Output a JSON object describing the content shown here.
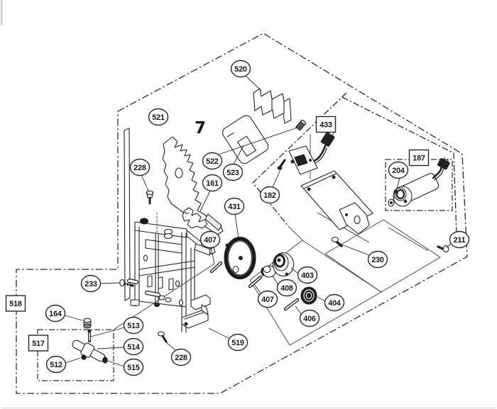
{
  "page": {
    "background": "#ffffff",
    "line_color": "#2a2a2a"
  },
  "figure": {
    "section_label": "7"
  },
  "callouts": [
    {
      "ref": "520",
      "shape": "circle"
    },
    {
      "ref": "521",
      "shape": "circle"
    },
    {
      "ref": "522",
      "shape": "circle"
    },
    {
      "ref": "523",
      "shape": "circle"
    },
    {
      "ref": "228",
      "shape": "circle"
    },
    {
      "ref": "161",
      "shape": "circle"
    },
    {
      "ref": "431",
      "shape": "circle"
    },
    {
      "ref": "182",
      "shape": "circle"
    },
    {
      "ref": "433",
      "shape": "box"
    },
    {
      "ref": "187",
      "shape": "box"
    },
    {
      "ref": "204",
      "shape": "circle"
    },
    {
      "ref": "211",
      "shape": "circle"
    },
    {
      "ref": "230",
      "shape": "circle"
    },
    {
      "ref": "233",
      "shape": "circle"
    },
    {
      "ref": "407",
      "shape": "circle"
    },
    {
      "ref": "403",
      "shape": "circle"
    },
    {
      "ref": "408",
      "shape": "circle"
    },
    {
      "ref": "407",
      "shape": "circle"
    },
    {
      "ref": "404",
      "shape": "circle"
    },
    {
      "ref": "406",
      "shape": "circle"
    },
    {
      "ref": "164",
      "shape": "circle"
    },
    {
      "ref": "513",
      "shape": "circle"
    },
    {
      "ref": "514",
      "shape": "circle"
    },
    {
      "ref": "512",
      "shape": "circle"
    },
    {
      "ref": "515",
      "shape": "circle"
    },
    {
      "ref": "228",
      "shape": "circle"
    },
    {
      "ref": "519",
      "shape": "circle"
    },
    {
      "ref": "518",
      "shape": "box"
    },
    {
      "ref": "517",
      "shape": "box"
    }
  ]
}
